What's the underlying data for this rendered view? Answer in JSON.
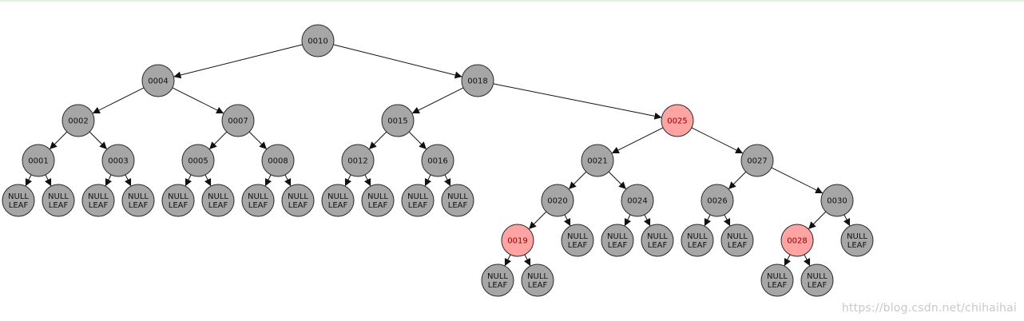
{
  "diagram": {
    "colors": {
      "black": "#a6a6a6",
      "red": "#ffa3a3",
      "red_stroke": "#b02020"
    },
    "nodes": [
      {
        "id": "n10",
        "label": "0010",
        "color": "black"
      },
      {
        "id": "n4",
        "label": "0004",
        "color": "black"
      },
      {
        "id": "n18",
        "label": "0018",
        "color": "black"
      },
      {
        "id": "n2",
        "label": "0002",
        "color": "black"
      },
      {
        "id": "n7",
        "label": "0007",
        "color": "black"
      },
      {
        "id": "n15",
        "label": "0015",
        "color": "black"
      },
      {
        "id": "n25",
        "label": "0025",
        "color": "red"
      },
      {
        "id": "n1",
        "label": "0001",
        "color": "black"
      },
      {
        "id": "n3",
        "label": "0003",
        "color": "black"
      },
      {
        "id": "n5",
        "label": "0005",
        "color": "black"
      },
      {
        "id": "n8",
        "label": "0008",
        "color": "black"
      },
      {
        "id": "n12",
        "label": "0012",
        "color": "black"
      },
      {
        "id": "n16",
        "label": "0016",
        "color": "black"
      },
      {
        "id": "n21",
        "label": "0021",
        "color": "black"
      },
      {
        "id": "n27",
        "label": "0027",
        "color": "black"
      },
      {
        "id": "n20",
        "label": "0020",
        "color": "black"
      },
      {
        "id": "n24",
        "label": "0024",
        "color": "black"
      },
      {
        "id": "n26",
        "label": "0026",
        "color": "black"
      },
      {
        "id": "n30",
        "label": "0030",
        "color": "black"
      },
      {
        "id": "n19",
        "label": "0019",
        "color": "red"
      },
      {
        "id": "n28",
        "label": "0028",
        "color": "red"
      },
      {
        "id": "l1",
        "label": "NULL\nLEAF",
        "color": "black"
      },
      {
        "id": "l2",
        "label": "NULL\nLEAF",
        "color": "black"
      },
      {
        "id": "l3",
        "label": "NULL\nLEAF",
        "color": "black"
      },
      {
        "id": "l4",
        "label": "NULL\nLEAF",
        "color": "black"
      },
      {
        "id": "l5",
        "label": "NULL\nLEAF",
        "color": "black"
      },
      {
        "id": "l6",
        "label": "NULL\nLEAF",
        "color": "black"
      },
      {
        "id": "l7",
        "label": "NULL\nLEAF",
        "color": "black"
      },
      {
        "id": "l8",
        "label": "NULL\nLEAF",
        "color": "black"
      },
      {
        "id": "l9",
        "label": "NULL\nLEAF",
        "color": "black"
      },
      {
        "id": "l10",
        "label": "NULL\nLEAF",
        "color": "black"
      },
      {
        "id": "l11",
        "label": "NULL\nLEAF",
        "color": "black"
      },
      {
        "id": "l12",
        "label": "NULL\nLEAF",
        "color": "black"
      },
      {
        "id": "l13",
        "label": "NULL\nLEAF",
        "color": "black"
      },
      {
        "id": "l14",
        "label": "NULL\nLEAF",
        "color": "black"
      },
      {
        "id": "l15",
        "label": "NULL\nLEAF",
        "color": "black"
      },
      {
        "id": "l16",
        "label": "NULL\nLEAF",
        "color": "black"
      },
      {
        "id": "l17",
        "label": "NULL\nLEAF",
        "color": "black"
      },
      {
        "id": "l18",
        "label": "NULL\nLEAF",
        "color": "black"
      },
      {
        "id": "l19",
        "label": "NULL\nLEAF",
        "color": "black"
      },
      {
        "id": "l20",
        "label": "NULL\nLEAF",
        "color": "black"
      },
      {
        "id": "l21",
        "label": "NULL\nLEAF",
        "color": "black"
      },
      {
        "id": "l22",
        "label": "NULL\nLEAF",
        "color": "black"
      }
    ],
    "edges": [
      [
        "n10",
        "n4"
      ],
      [
        "n10",
        "n18"
      ],
      [
        "n4",
        "n2"
      ],
      [
        "n4",
        "n7"
      ],
      [
        "n18",
        "n15"
      ],
      [
        "n18",
        "n25"
      ],
      [
        "n2",
        "n1"
      ],
      [
        "n2",
        "n3"
      ],
      [
        "n7",
        "n5"
      ],
      [
        "n7",
        "n8"
      ],
      [
        "n15",
        "n12"
      ],
      [
        "n15",
        "n16"
      ],
      [
        "n25",
        "n21"
      ],
      [
        "n25",
        "n27"
      ],
      [
        "n1",
        "l1"
      ],
      [
        "n1",
        "l2"
      ],
      [
        "n3",
        "l3"
      ],
      [
        "n3",
        "l4"
      ],
      [
        "n5",
        "l5"
      ],
      [
        "n5",
        "l6"
      ],
      [
        "n8",
        "l7"
      ],
      [
        "n8",
        "l8"
      ],
      [
        "n12",
        "l9"
      ],
      [
        "n12",
        "l10"
      ],
      [
        "n16",
        "l11"
      ],
      [
        "n16",
        "l12"
      ],
      [
        "n21",
        "n20"
      ],
      [
        "n21",
        "n24"
      ],
      [
        "n27",
        "n26"
      ],
      [
        "n27",
        "n30"
      ],
      [
        "n20",
        "n19"
      ],
      [
        "n20",
        "l13"
      ],
      [
        "n24",
        "l14"
      ],
      [
        "n24",
        "l15"
      ],
      [
        "n26",
        "l16"
      ],
      [
        "n26",
        "l17"
      ],
      [
        "n30",
        "n28"
      ],
      [
        "n30",
        "l18"
      ],
      [
        "n19",
        "l19"
      ],
      [
        "n19",
        "l20"
      ],
      [
        "n28",
        "l21"
      ],
      [
        "n28",
        "l22"
      ]
    ]
  },
  "watermark": "https://blog.csdn.net/chihaihai"
}
